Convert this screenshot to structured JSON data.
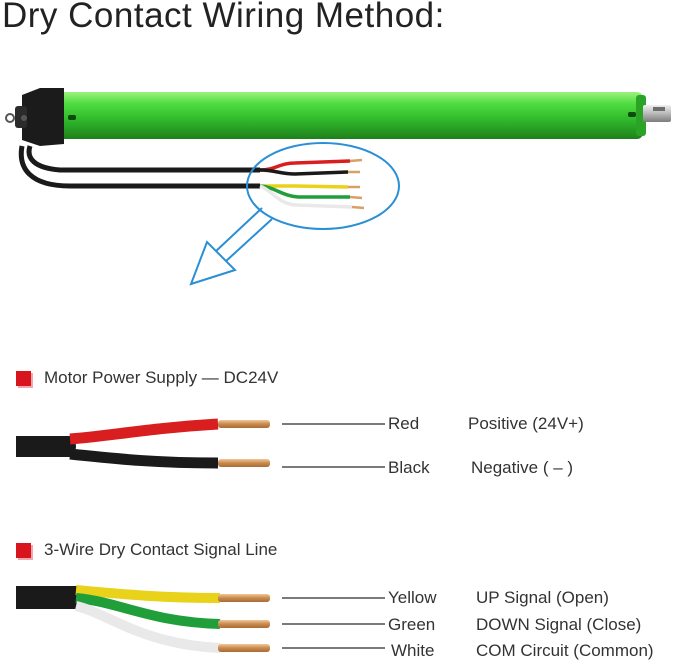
{
  "title": "Dry Contact Wiring Method:",
  "sections": [
    {
      "label": "Motor Power Supply — DC24V",
      "wires": [
        {
          "name": "Red",
          "description": "Positive  (24V+)",
          "color": "#d81e1e"
        },
        {
          "name": "Black",
          "description": "Negative ( – )",
          "color": "#1a1a1a"
        }
      ]
    },
    {
      "label": "3-Wire Dry Contact Signal Line",
      "wires": [
        {
          "name": "Yellow",
          "description": "UP Signal (Open)",
          "color": "#e8d21a"
        },
        {
          "name": "Green",
          "description": "DOWN Signal (Close)",
          "color": "#1f9e3a"
        },
        {
          "name": "White",
          "description": "COM Circuit (Common)",
          "color": "#f4f4f4"
        }
      ]
    }
  ],
  "colors": {
    "motor_tube": "#3ecf3b",
    "callout": "#2a8fd4",
    "bullet": "#d8141c",
    "copper": "#d9a066"
  },
  "icons": [
    "motor-illustration",
    "callout-arrow-icon",
    "red-square-bullet-icon"
  ]
}
